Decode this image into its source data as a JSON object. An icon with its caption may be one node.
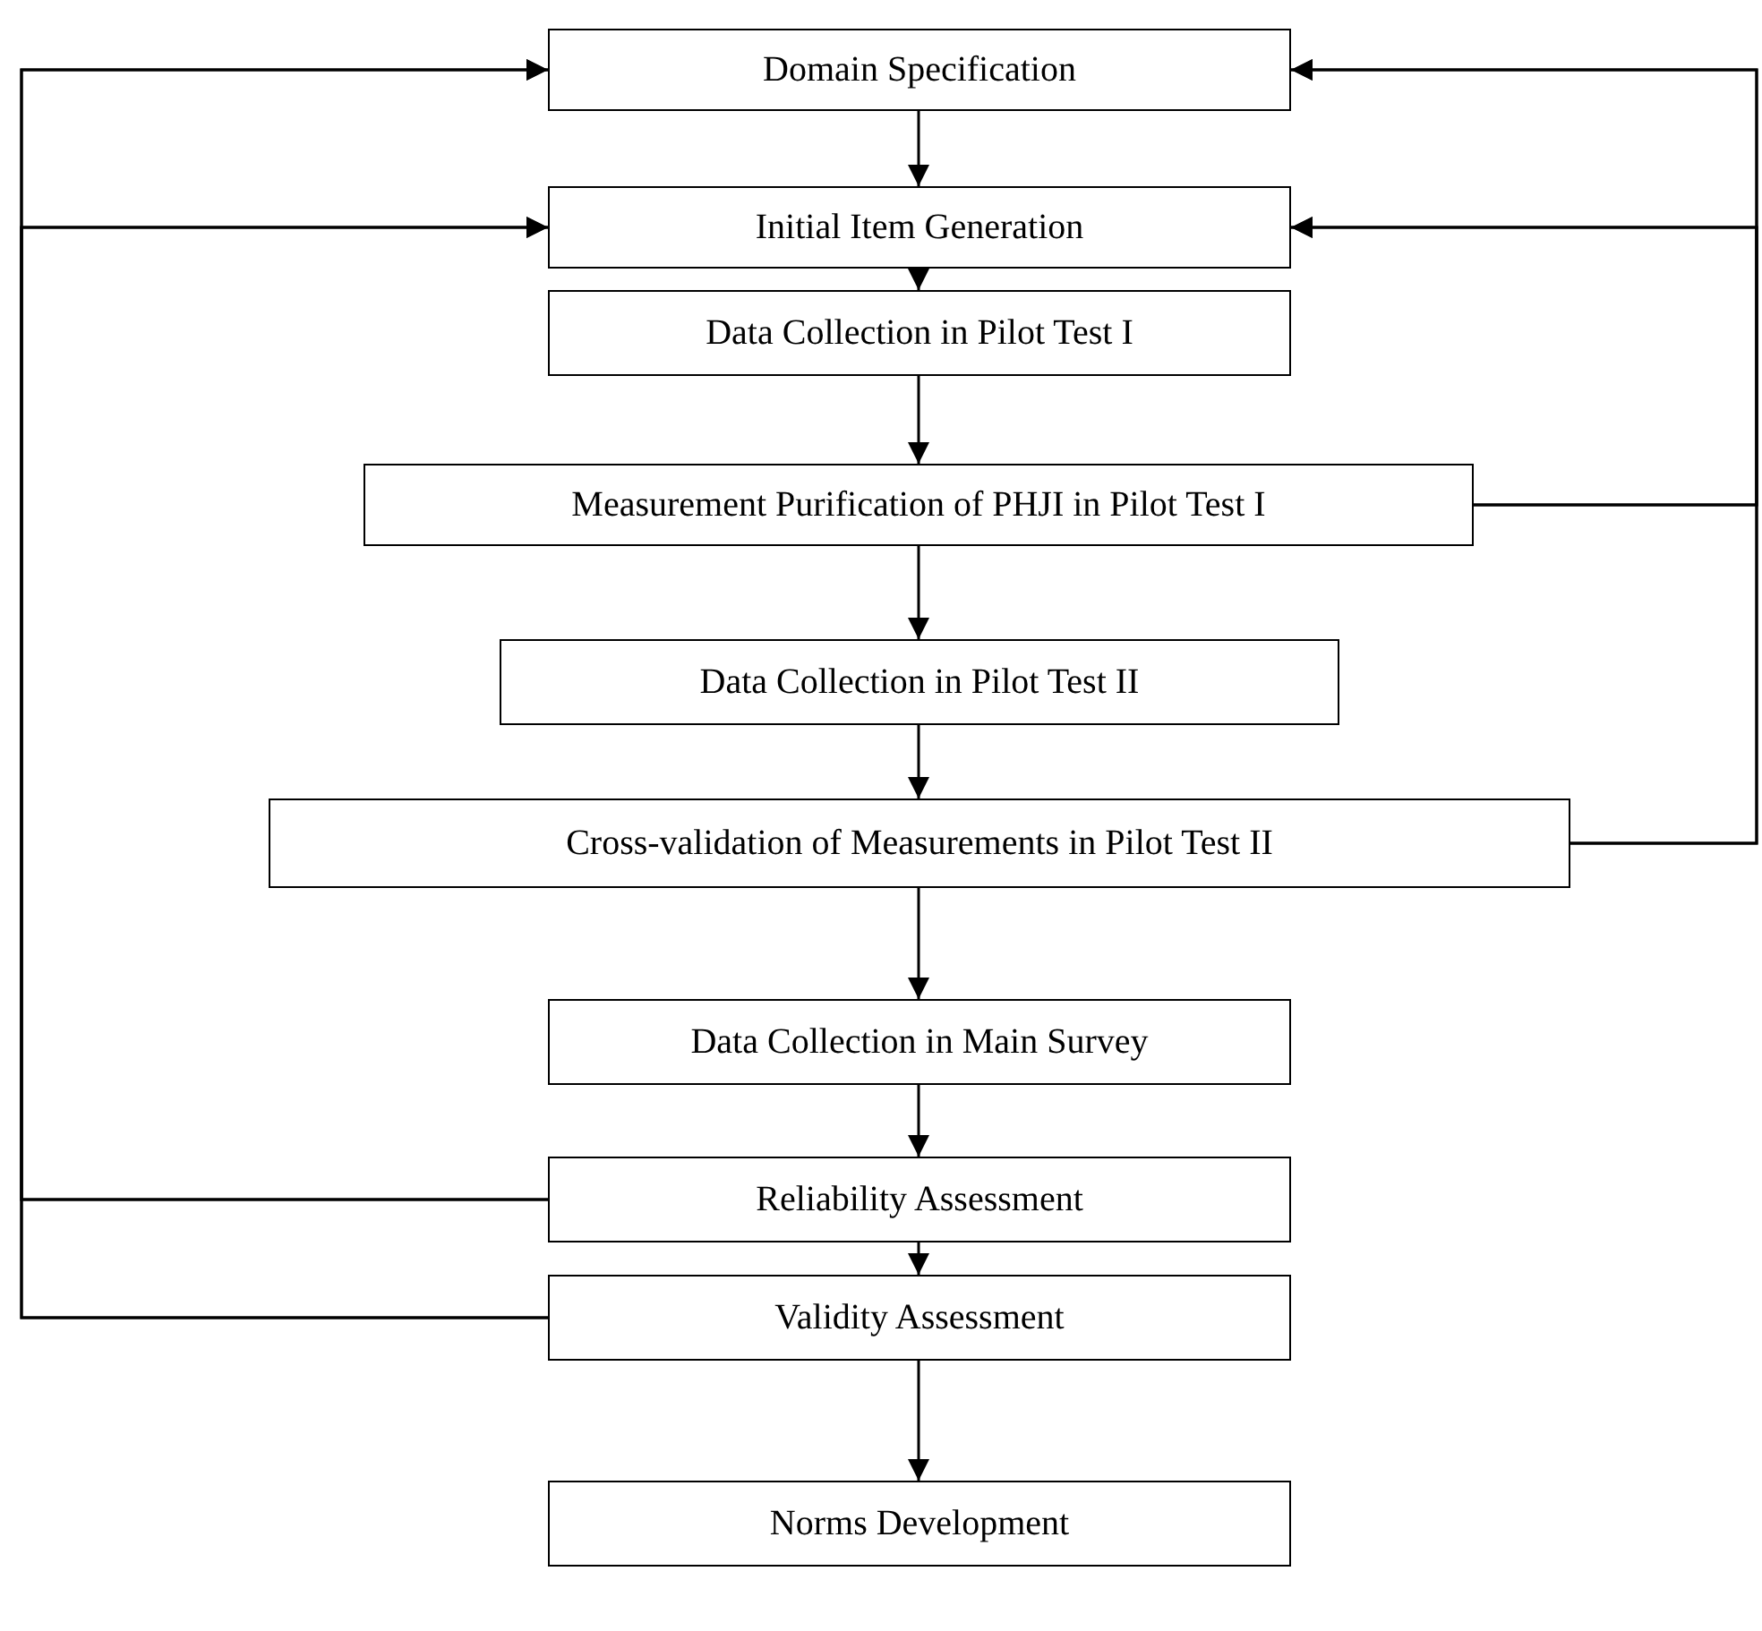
{
  "diagram": {
    "nodes": [
      {
        "text": [
          "Domain Specification"
        ]
      },
      {
        "text": [
          "Initial Item Generation"
        ]
      },
      {
        "text": [
          "Data Collection in Pilot Test I"
        ]
      },
      {
        "text": [
          "Measurement Purification of PHJI in Pilot Test I"
        ]
      },
      {
        "text": [
          "Data Collection in Pilot Test II"
        ]
      },
      {
        "text": [
          "Cross-validation of Measurements in Pilot Test II"
        ]
      },
      {
        "text": [
          "Data Collection in Main Survey"
        ]
      },
      {
        "text": [
          "Reliability Assessment"
        ]
      },
      {
        "text": [
          "Validity Assessment"
        ]
      },
      {
        "text": [
          "Norms Development"
        ]
      }
    ],
    "edges": [
      {
        "from": 0,
        "to": 1,
        "arrow": "to"
      },
      {
        "from": 1,
        "to": 2,
        "arrow": "to"
      },
      {
        "from": 2,
        "to": 3,
        "arrow": "to"
      },
      {
        "from": 3,
        "to": 4,
        "arrow": "to"
      },
      {
        "from": 4,
        "to": 5,
        "arrow": "to"
      },
      {
        "from": 5,
        "to": 6,
        "arrow": "to"
      },
      {
        "from": 6,
        "to": 7,
        "arrow": "to"
      },
      {
        "from": 7,
        "to": 8,
        "arrow": "to"
      },
      {
        "from": 8,
        "to": 9,
        "arrow": "to"
      },
      {
        "from": 7,
        "to": 0,
        "arrow": "to"
      },
      {
        "from": 7,
        "to": 1,
        "arrow": "to"
      },
      {
        "from": 8,
        "to": 0,
        "arrow": "to"
      },
      {
        "from": 8,
        "to": 1,
        "arrow": "to"
      },
      {
        "from": 3,
        "to": 0,
        "arrow": "to"
      },
      {
        "from": 3,
        "to": 1,
        "arrow": "to"
      },
      {
        "from": 5,
        "to": 0,
        "arrow": "to"
      },
      {
        "from": 5,
        "to": 1,
        "arrow": "to"
      }
    ]
  }
}
